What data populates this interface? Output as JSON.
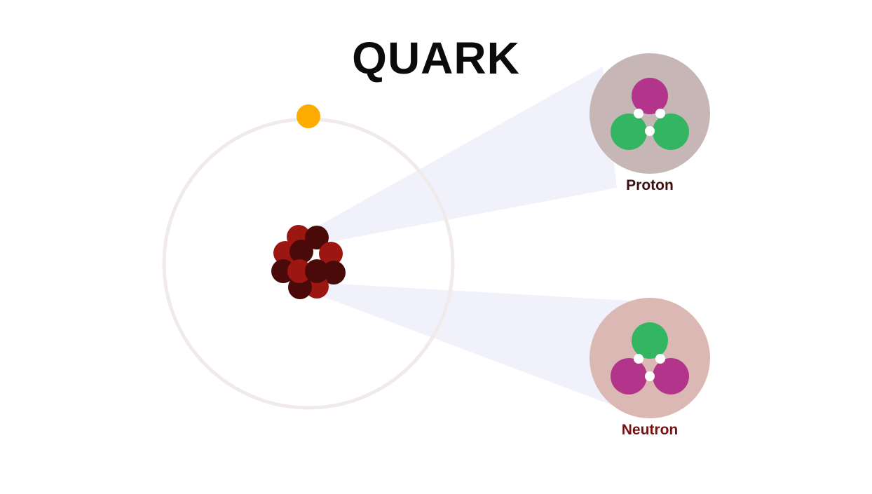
{
  "title": "QUARK",
  "labels": {
    "proton": "Proton",
    "neutron": "Neutron"
  },
  "colors": {
    "title": "#0b0b0b",
    "orbit": "#f1eaea",
    "electron": "#fdab00",
    "beam": "#f1f1fb",
    "proton_bg": "#c6b6b6",
    "neutron_bg": "#dcb8b4",
    "up_quark": "#b3358b",
    "down_quark": "#33b561",
    "gluon": "#ffffff",
    "proton_label": "#3a1010",
    "neutron_label": "#7a1010",
    "nucleon_light": "#9c1612",
    "nucleon_dark": "#4a0a0a"
  },
  "particles": {
    "electron": "electron",
    "nucleus": "nucleus",
    "proton_quarks": [
      "up-quark",
      "down-quark",
      "down-quark"
    ],
    "neutron_quarks": [
      "down-quark",
      "up-quark",
      "up-quark"
    ]
  }
}
